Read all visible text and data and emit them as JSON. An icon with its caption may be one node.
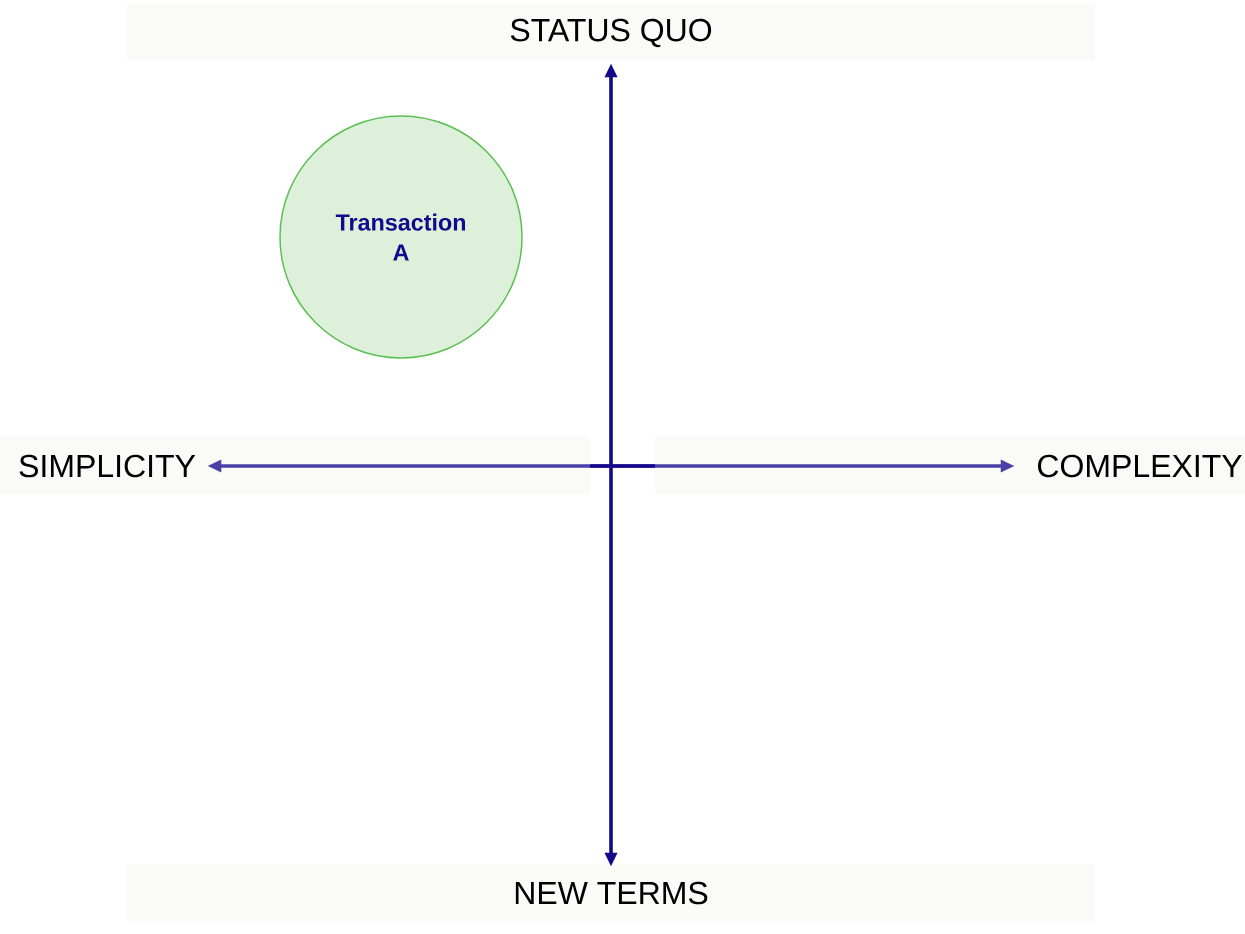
{
  "diagram": {
    "nodes": [
      {
        "text": [
          "STATUS QUO"
        ]
      },
      {
        "text": [
          "SIMPLICITY"
        ]
      },
      {
        "text": [
          "COMPLEXITY"
        ]
      },
      {
        "text": [
          "NEW TERMS"
        ]
      },
      {
        "text": [
          "Transaction A"
        ]
      }
    ],
    "edges": [
      {
        "from": 0,
        "to": 3,
        "arrow": "both"
      },
      {
        "from": 1,
        "to": 2,
        "arrow": "both",
        "color": "#4b40a8"
      }
    ]
  }
}
